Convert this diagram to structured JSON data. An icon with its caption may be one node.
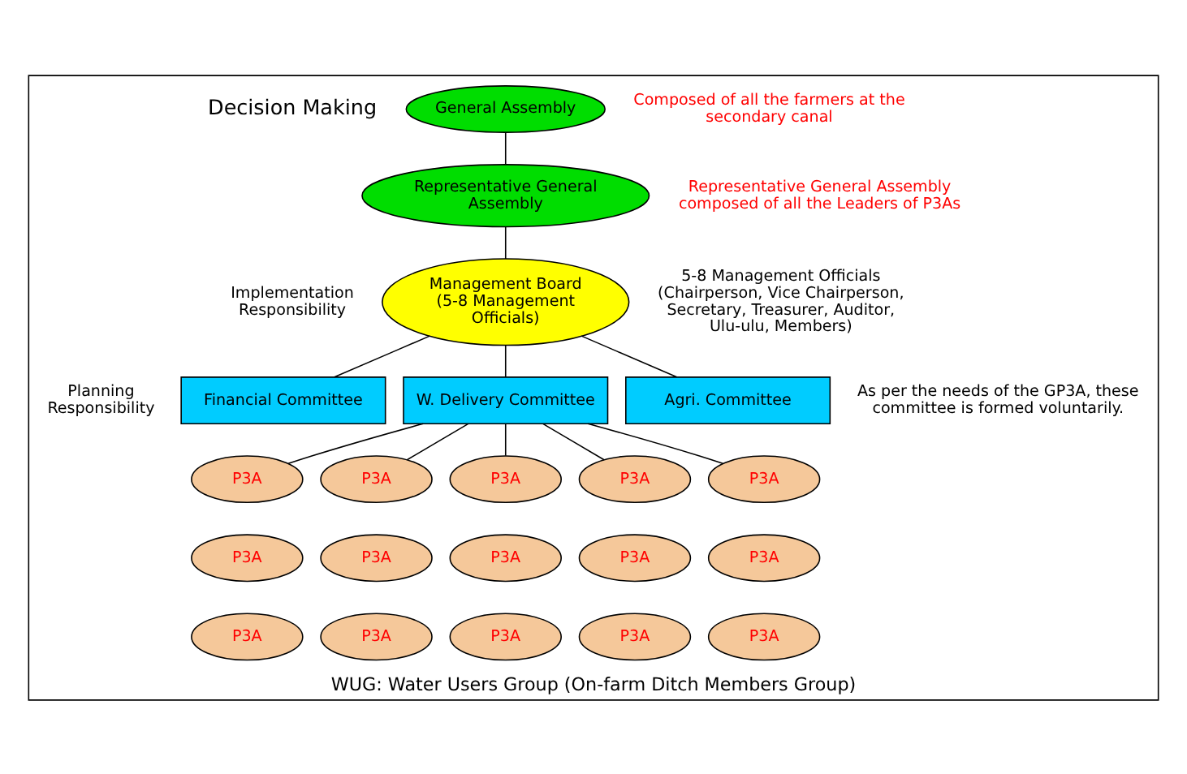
{
  "diagram": {
    "nodes": [
      {
        "text": [
          "WUG: Water Users Group (On-farm Ditch Members Group)"
        ]
      },
      {
        "text": [
          "General Assembly"
        ],
        "in": 0,
        "beside": [
          "Composed of all the farmers at the secondary canal"
        ]
      },
      {
        "text": [
          "Representative General Assembly"
        ],
        "in": 0,
        "beside": [
          "Representative General Assembly composed of all the Leaders of P3As"
        ]
      },
      {
        "text": [
          "Management Board",
          "(5-8 Management Officials)"
        ],
        "in": 0,
        "beside": [
          "5-8 Management Officials (Chairperson, Vice Chairperson, Secretary, Treasurer, Auditor, Ulu-ulu, Members)"
        ]
      },
      {
        "text": [
          "Financial Committee"
        ],
        "in": 0
      },
      {
        "text": [
          "W. Delivery Committee"
        ],
        "in": 0
      },
      {
        "text": [
          "Agri. Committee"
        ],
        "in": 0
      },
      {
        "text": [
          "P3A"
        ],
        "in": 0
      },
      {
        "text": [
          "P3A"
        ],
        "in": 0
      },
      {
        "text": [
          "P3A"
        ],
        "in": 0
      },
      {
        "text": [
          "P3A"
        ],
        "in": 0
      },
      {
        "text": [
          "P3A"
        ],
        "in": 0
      },
      {
        "text": [
          "P3A"
        ],
        "in": 0
      },
      {
        "text": [
          "P3A"
        ],
        "in": 0
      },
      {
        "text": [
          "P3A"
        ],
        "in": 0
      },
      {
        "text": [
          "P3A"
        ],
        "in": 0
      },
      {
        "text": [
          "P3A"
        ],
        "in": 0
      },
      {
        "text": [
          "P3A"
        ],
        "in": 0
      },
      {
        "text": [
          "P3A"
        ],
        "in": 0
      },
      {
        "text": [
          "P3A"
        ],
        "in": 0
      },
      {
        "text": [
          "P3A"
        ],
        "in": 0
      },
      {
        "text": [
          "P3A"
        ],
        "in": 0
      }
    ],
    "edges": [
      {
        "from": 1,
        "to": 2,
        "arrow": "none"
      },
      {
        "from": 2,
        "to": 3,
        "arrow": "none"
      },
      {
        "from": 3,
        "to": 4,
        "arrow": "none"
      },
      {
        "from": 3,
        "to": 5,
        "arrow": "none"
      },
      {
        "from": 3,
        "to": 6,
        "arrow": "none"
      },
      {
        "from": 5,
        "to": 7,
        "arrow": "none"
      },
      {
        "from": 5,
        "to": 8,
        "arrow": "none"
      },
      {
        "from": 5,
        "to": 9,
        "arrow": "none"
      },
      {
        "from": 5,
        "to": 10,
        "arrow": "none"
      },
      {
        "from": 5,
        "to": 11,
        "arrow": "none"
      }
    ],
    "labels": [
      "Decision Making",
      "Implementation Responsibility",
      "Planning Responsibility",
      "As per the needs of the GP3A, these committee is formed voluntarily."
    ]
  }
}
